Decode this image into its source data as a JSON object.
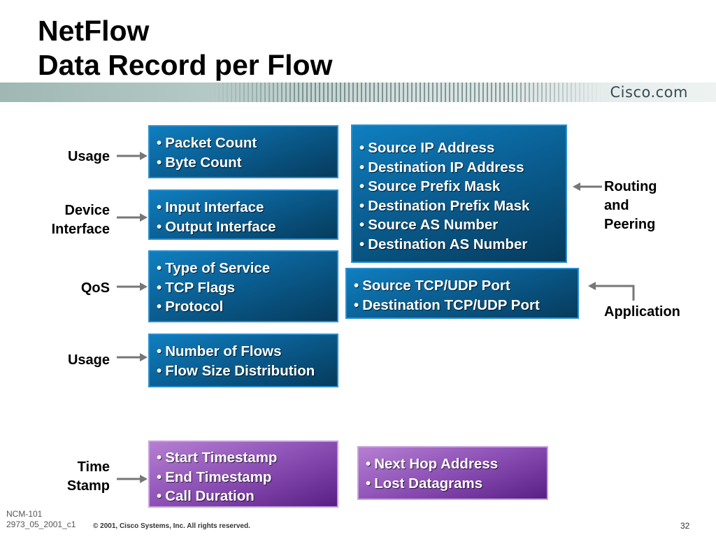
{
  "title": {
    "line1": "NetFlow",
    "line2": "Data Record per Flow"
  },
  "brand": "Cisco.com",
  "left_labels": {
    "usage1": "Usage",
    "device_line1": "Device",
    "device_line2": "Interface",
    "qos": "QoS",
    "usage2": "Usage",
    "time_line1": "Time",
    "time_line2": "Stamp"
  },
  "right_labels": {
    "routing_line1": "Routing",
    "routing_line2": "and",
    "routing_line3": "Peering",
    "application": "Application"
  },
  "boxes": {
    "usage": [
      "Packet Count",
      "Byte Count"
    ],
    "device": [
      "Input Interface",
      "Output Interface"
    ],
    "qos": [
      "Type of Service",
      "TCP Flags",
      "Protocol"
    ],
    "flows": [
      "Number of Flows",
      "Flow Size Distribution"
    ],
    "routing": [
      "Source IP Address",
      "Destination IP Address",
      "Source Prefix Mask",
      "Destination Prefix Mask",
      "Source AS Number",
      "Destination AS Number"
    ],
    "ports": [
      "Source TCP/UDP Port",
      "Destination TCP/UDP Port"
    ],
    "timestamp": [
      "Start Timestamp",
      "End Timestamp",
      "Call Duration"
    ],
    "nexthop": [
      "Next Hop Address",
      "Lost Datagrams"
    ]
  },
  "colors": {
    "box_blue": "#0a5f93",
    "box_purple": "#8b4fb4",
    "banner": "#b9ccc9"
  },
  "footer": {
    "course": "NCM-101",
    "code": "2973_05_2001_c1",
    "copyright": "© 2001, Cisco Systems, Inc. All rights reserved.",
    "page": "32"
  }
}
